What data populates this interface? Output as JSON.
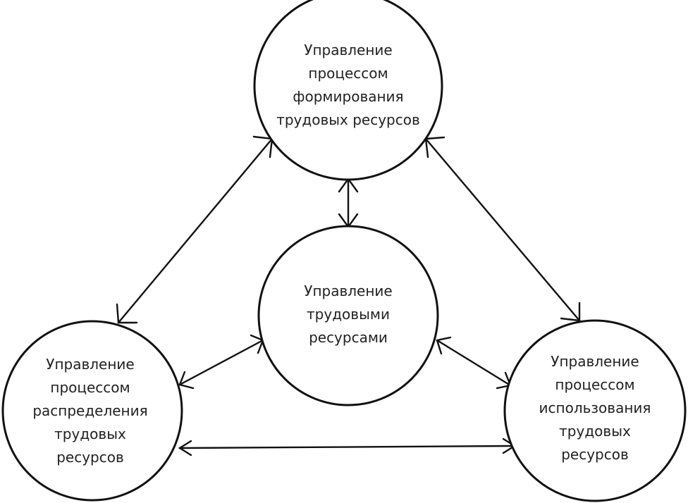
{
  "nodes": [
    {
      "id": "formation",
      "lines": [
        "Управление",
        "процессом",
        "формирования",
        "трудовых ресурсов"
      ]
    },
    {
      "id": "center",
      "lines": [
        "Управление",
        "трудовыми",
        "ресурсами"
      ]
    },
    {
      "id": "distribution",
      "lines": [
        "Управление",
        "процессом",
        "распределения",
        "трудовых",
        "ресурсов"
      ]
    },
    {
      "id": "usage",
      "lines": [
        "Управление",
        "процессом",
        "использования",
        "трудовых",
        "ресурсов"
      ]
    }
  ],
  "edges": [
    {
      "from": "formation",
      "to": "distribution",
      "direction": "both"
    },
    {
      "from": "formation",
      "to": "usage",
      "direction": "both"
    },
    {
      "from": "formation",
      "to": "center",
      "direction": "both"
    },
    {
      "from": "distribution",
      "to": "center",
      "direction": "both"
    },
    {
      "from": "center",
      "to": "usage",
      "direction": "both"
    },
    {
      "from": "distribution",
      "to": "usage",
      "direction": "both"
    }
  ]
}
